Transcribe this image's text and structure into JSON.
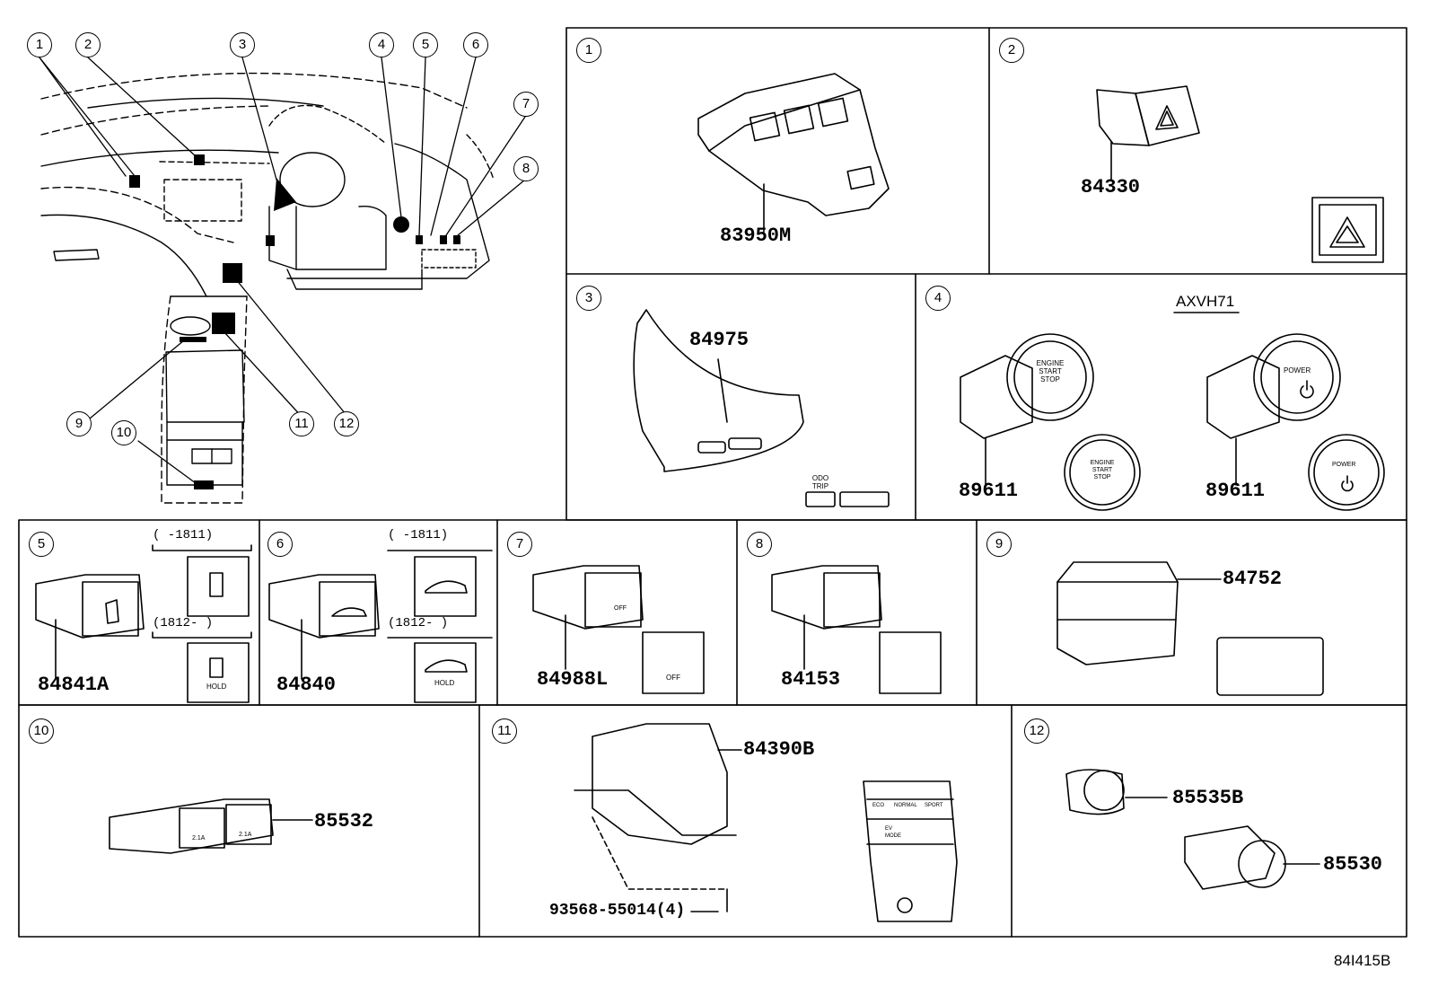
{
  "overview": {
    "callouts": [
      "1",
      "2",
      "3",
      "4",
      "5",
      "6",
      "7",
      "8",
      "9",
      "10",
      "11",
      "12"
    ]
  },
  "panels": [
    {
      "id": "1",
      "parts": [
        "83950M"
      ]
    },
    {
      "id": "2",
      "parts": [
        "84330"
      ]
    },
    {
      "id": "3",
      "parts": [
        "84975"
      ],
      "labels": {
        "odo": "ODO",
        "trip": "TRIP"
      }
    },
    {
      "id": "4",
      "model": "AXVH71",
      "parts": [
        "89611",
        "89611"
      ],
      "labels": {
        "engine": "ENGINE",
        "start": "START",
        "stop": "STOP",
        "power": "POWER"
      }
    },
    {
      "id": "5",
      "parts": [
        "84841A"
      ],
      "ranges": [
        "(     -1811)",
        "(1812-      )"
      ],
      "labels": {
        "hold": "HOLD"
      }
    },
    {
      "id": "6",
      "parts": [
        "84840"
      ],
      "ranges": [
        "(     -1811)",
        "(1812-      )"
      ],
      "labels": {
        "hold": "HOLD"
      }
    },
    {
      "id": "7",
      "parts": [
        "84988L"
      ],
      "labels": {
        "off": "OFF"
      }
    },
    {
      "id": "8",
      "parts": [
        "84153"
      ]
    },
    {
      "id": "9",
      "parts": [
        "84752"
      ]
    },
    {
      "id": "10",
      "parts": [
        "85532"
      ],
      "labels": {
        "amp": "2.1A"
      }
    },
    {
      "id": "11",
      "parts": [
        "84390B",
        "93568-55014(4)"
      ],
      "labels": {
        "eco": "ECO",
        "normal": "NORMAL",
        "sport": "SPORT",
        "ev": "EV",
        "mode": "MODE"
      }
    },
    {
      "id": "12",
      "parts": [
        "85535B",
        "85530"
      ]
    }
  ],
  "diagram_code": "84I415B"
}
